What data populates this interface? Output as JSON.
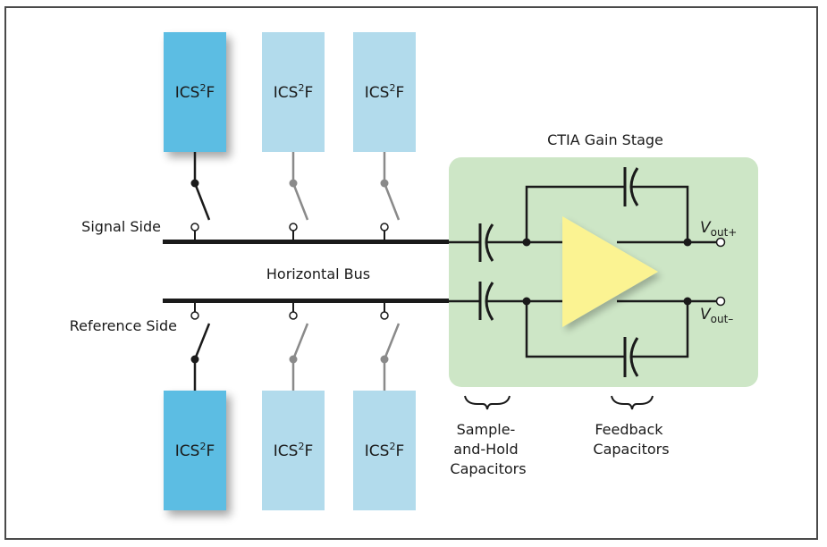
{
  "diagram": {
    "title": "CTIA Gain Stage",
    "labels": {
      "signal_side": "Signal Side",
      "reference_side": "Reference Side",
      "horizontal_bus": "Horizontal Bus",
      "vout_plus_main": "V",
      "vout_plus_sub": "out+",
      "vout_minus_main": "V",
      "vout_minus_sub": "out–",
      "sample_hold": [
        "Sample-",
        "and-Hold",
        "Capacitors"
      ],
      "feedback": [
        "Feedback",
        "Capacitors"
      ]
    },
    "cell_label": {
      "main": "ICS",
      "sup": "2",
      "tail": "F"
    },
    "top_cells": [
      {
        "active": true
      },
      {
        "active": false
      },
      {
        "active": false
      }
    ],
    "bottom_cells": [
      {
        "active": true
      },
      {
        "active": false
      },
      {
        "active": false
      }
    ],
    "colors": {
      "active_cell": "#5bbde3",
      "inactive_cell": "#b2dbec",
      "active_wire": "#1a1a1a",
      "inactive_wire": "#8a8a8a",
      "gain_stage_bg": "#cde6c6",
      "amplifier": "#fbf392",
      "bus": "#1a1a1a",
      "frame": "#4a4a4a"
    }
  }
}
